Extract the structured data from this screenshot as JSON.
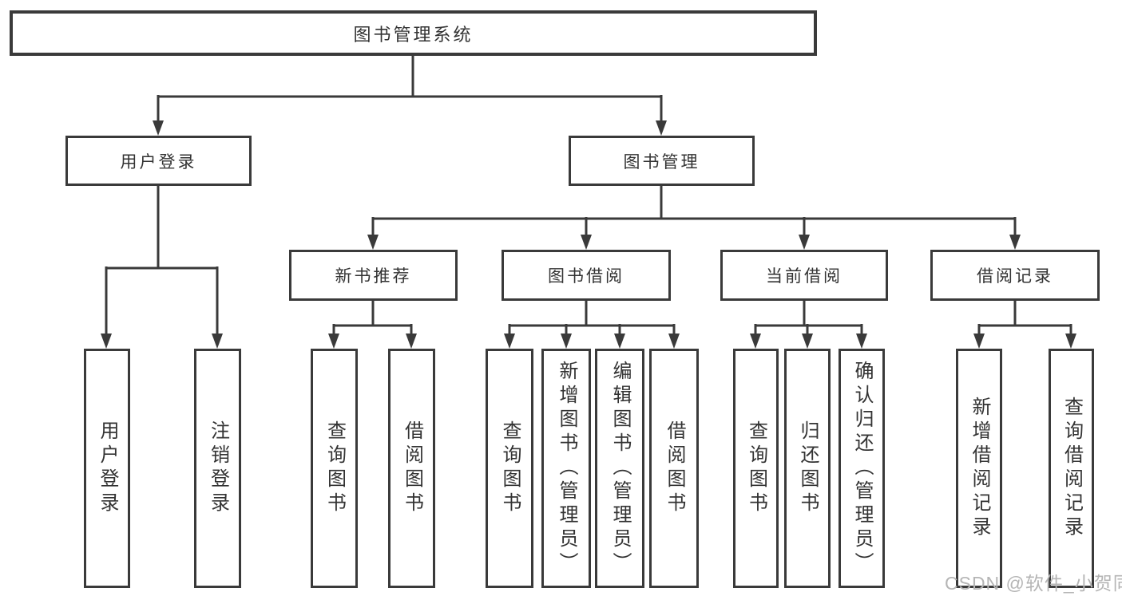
{
  "diagram": {
    "root": "图书管理系统",
    "level2": [
      {
        "label": "用户登录",
        "children": [
          "用户登录",
          "注销登录"
        ]
      },
      {
        "label": "图书管理"
      }
    ],
    "level3": [
      {
        "label": "新书推荐",
        "children": [
          "查询图书",
          "借阅图书"
        ]
      },
      {
        "label": "图书借阅",
        "children": [
          "查询图书",
          "新增图书（管理员）",
          "编辑图书（管理员）",
          "借阅图书"
        ]
      },
      {
        "label": "当前借阅",
        "children": [
          "查询图书",
          "归还图书",
          "确认归还（管理员）"
        ]
      },
      {
        "label": "借阅记录",
        "children": [
          "新增借阅记录",
          "查询借阅记录"
        ]
      }
    ]
  },
  "watermark": {
    "text": "CSDN @软件_小贺同学"
  },
  "colors": {
    "line": "#3a3a3a",
    "text": "#333333",
    "watermark": "#b5b5b5",
    "background": "#ffffff"
  }
}
